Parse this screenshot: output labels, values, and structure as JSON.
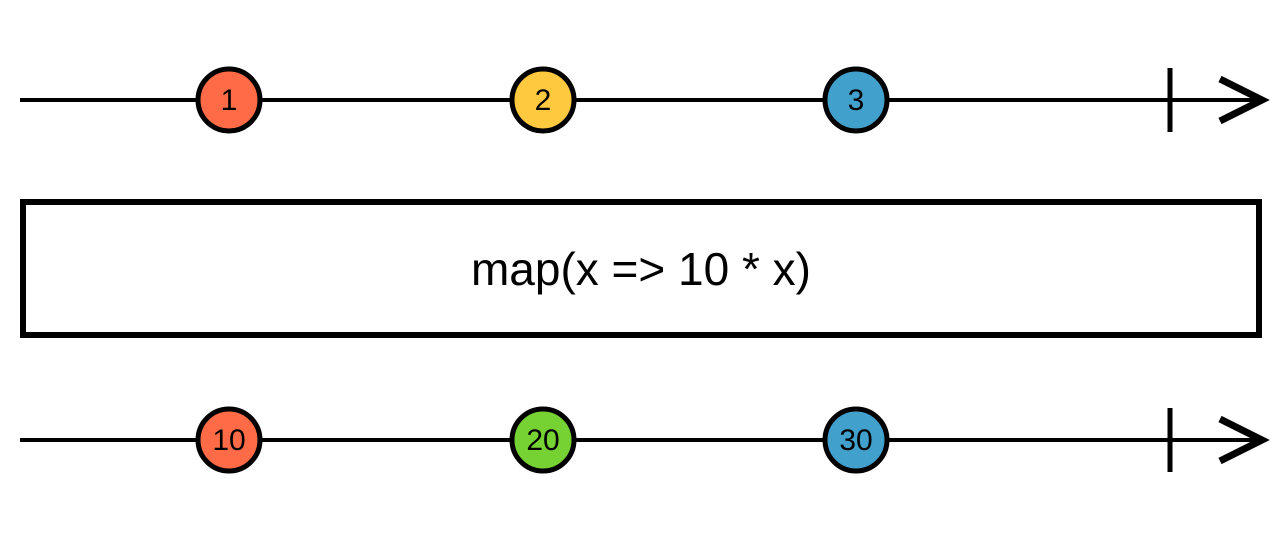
{
  "title": "map operator marble diagram",
  "colors": {
    "stroke": "#000000",
    "background": "#ffffff",
    "marble_orange": "#ff6b47",
    "marble_yellow": "#ffc93f",
    "marble_blue": "#41a1cc",
    "marble_green": "#76d233"
  },
  "operator": {
    "label": "map(x => 10 * x)"
  },
  "input_stream": {
    "marbles": [
      {
        "label": "1",
        "color": "#ff6b47"
      },
      {
        "label": "2",
        "color": "#ffc93f"
      },
      {
        "label": "3",
        "color": "#41a1cc"
      }
    ]
  },
  "output_stream": {
    "marbles": [
      {
        "label": "10",
        "color": "#ff6b47"
      },
      {
        "label": "20",
        "color": "#76d233"
      },
      {
        "label": "30",
        "color": "#41a1cc"
      }
    ]
  }
}
